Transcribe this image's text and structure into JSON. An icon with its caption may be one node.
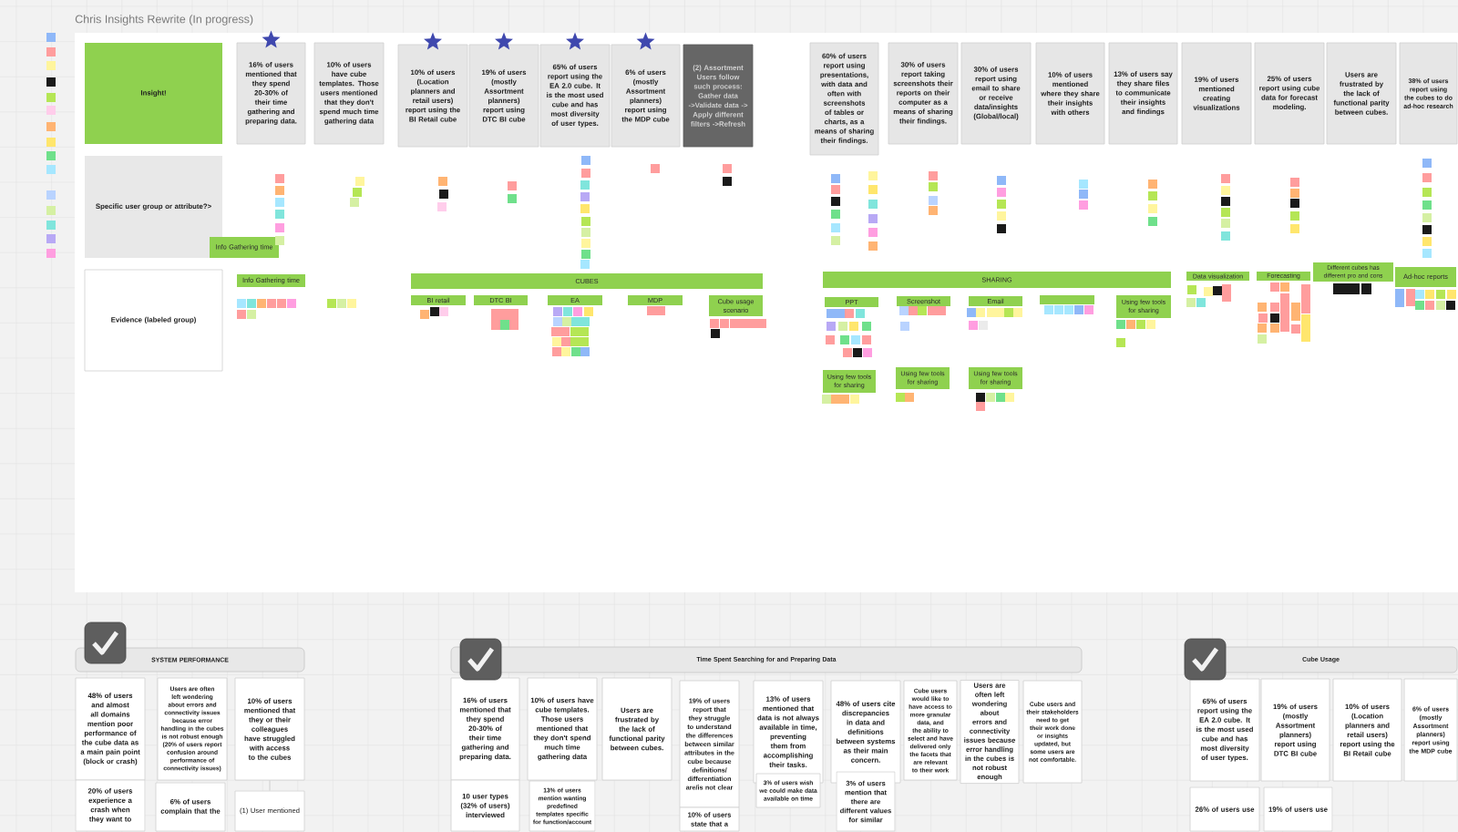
{
  "diagram": {
    "nodes": [
      {
        "text": [
          "Chris Insights Rewrite (In progress)"
        ]
      },
      {
        "text": [
          "Insight!"
        ],
        "in": 0
      },
      {
        "text": [
          "16% of users mentioned that they spend 20-30% of their time gathering and preparing data."
        ],
        "in": 0
      },
      {
        "text": [
          "10% of users have cube templates. Those users mentioned that they don't spend much time gathering data"
        ],
        "in": 0
      },
      {
        "text": [
          "10% of users (Location planners and retail users) report using the BI Retail cube"
        ],
        "in": 0
      },
      {
        "text": [
          "19% of users (mostly Assortment planners) report using DTC BI cube"
        ],
        "in": 0
      },
      {
        "text": [
          "65% of users report using the EA 2.0 cube. It is the most used cube and has most diversity of user types."
        ],
        "in": 0
      },
      {
        "text": [
          "6% of users (mostly Assortment planners) report using the MDP cube"
        ],
        "in": 0
      },
      {
        "text": [
          "(2) Assortment Users follow such process: Gather data ->Validate data -> Apply different filters ->Refresh"
        ],
        "in": 0
      },
      {
        "text": [
          "60% of users report using presentations, with data and often with screenshots of tables or charts, as a means of sharing their findings."
        ],
        "in": 0
      },
      {
        "text": [
          "30% of users report taking screenshots their reports on their computer as a means of sharing their findings."
        ],
        "in": 0
      },
      {
        "text": [
          "30% of users report using email to share or receive data/insights (Global/local)"
        ],
        "in": 0
      },
      {
        "text": [
          "10% of users mentioned where they share their insights with others"
        ],
        "in": 0
      },
      {
        "text": [
          "13% of users say they share files to communicate their insights and findings"
        ],
        "in": 0
      },
      {
        "text": [
          "19% of users mentioned creating visualizations"
        ],
        "in": 0
      },
      {
        "text": [
          "25% of users report using cube data for forecast modeling."
        ],
        "in": 0
      },
      {
        "text": [
          "Users are frustrated by the lack of functional parity between cubes."
        ],
        "in": 0
      },
      {
        "text": [
          "38% of users report using the cubes to do ad-hoc research"
        ],
        "in": 0
      },
      {
        "text": [
          "Specific user group or attribute?>"
        ],
        "in": 0
      },
      {
        "text": [
          "Info Gathering time"
        ],
        "in": 0
      },
      {
        "text": [
          "Evidence (labeled group)"
        ],
        "in": 0
      },
      {
        "text": [
          "Info Gathering time"
        ],
        "in": 0
      },
      {
        "text": [
          "CUBES"
        ],
        "in": 0
      },
      {
        "text": [
          "BI retail"
        ],
        "in": 0
      },
      {
        "text": [
          "DTC BI"
        ],
        "in": 0
      },
      {
        "text": [
          "EA"
        ],
        "in": 0
      },
      {
        "text": [
          "MDP"
        ],
        "in": 0
      },
      {
        "text": [
          "Cube usage scenario"
        ],
        "in": 0
      },
      {
        "text": [
          "SHARING"
        ],
        "in": 0
      },
      {
        "text": [
          "PPT"
        ],
        "in": 0
      },
      {
        "text": [
          "Screenshot"
        ],
        "in": 0
      },
      {
        "text": [
          "Email"
        ],
        "in": 0
      },
      {
        "text": [],
        "shape": "box",
        "in": 0
      },
      {
        "text": [
          "Using few tools for sharing"
        ],
        "in": 0
      },
      {
        "text": [
          "Data visualization"
        ],
        "in": 0
      },
      {
        "text": [
          "Forecasting"
        ],
        "in": 0
      },
      {
        "text": [
          "Different cubes has different pro and cons"
        ],
        "in": 0
      },
      {
        "text": [
          "Ad-hoc reports"
        ],
        "in": 0
      },
      {
        "text": [
          "Using few tools for sharing"
        ],
        "in": 0
      },
      {
        "text": [
          "Using few tools for sharing"
        ],
        "in": 0
      },
      {
        "text": [
          "Using few tools for sharing"
        ],
        "in": 0
      },
      {
        "text": [
          "SYSTEM PERFORMANCE"
        ]
      },
      {
        "text": [
          "48% of users and almost all domains mention poor performance of the cube data as a main pain point (block or crash)"
        ]
      },
      {
        "text": [
          "Users are often left wondering about errors and connectivity issues because error handling in the cubes is not robust enough (20% of users report confusion around performance of connectivity issues)"
        ]
      },
      {
        "text": [
          "10% of users mentioned that they or their colleagues have struggled with access to the cubes"
        ]
      },
      {
        "text": [
          "20% of users experience a crash when they want to"
        ]
      },
      {
        "text": [
          "6% of users complain that the"
        ]
      },
      {
        "text": [
          "(1) User mentioned"
        ]
      },
      {
        "text": [
          "Time Spent Searching for and Preparing Data"
        ]
      },
      {
        "text": [
          "16% of users mentioned that they spend 20-30% of their time gathering and preparing data."
        ]
      },
      {
        "text": [
          "10% of users have cube templates. Those users mentioned that they don't spend much time gathering data"
        ]
      },
      {
        "text": [
          "Users are frustrated by the lack of functional parity between cubes."
        ]
      },
      {
        "text": [
          "19% of users report that they struggle to understand the differences between similar attributes in the cube because definitions/differentiation are/is not clear"
        ]
      },
      {
        "text": [
          "13% of users mentioned that data is not always available in time, preventing them from accomplishing their tasks."
        ]
      },
      {
        "text": [
          "48% of users cite discrepancies in data and definitions between systems as their main concern."
        ]
      },
      {
        "text": [
          "Cube users would like to have access to more granular data, and the ability to select and have delivered only the facets that are relevant to their work"
        ]
      },
      {
        "text": [
          "Users are often left wondering about errors and connectivity issues because error handling in the cubes is not robust enough"
        ]
      },
      {
        "text": [
          "Cube users and their stakeholders need to get their work done or insights updated, but some users are not comfortable."
        ]
      },
      {
        "text": [
          "10 user types (32% of users) interviewed"
        ]
      },
      {
        "text": [
          "13% of users mention wanting predefined templates specific for function/account"
        ]
      },
      {
        "text": [
          "10% of users state that a"
        ]
      },
      {
        "text": [
          "3% of users wish we could make data available on time"
        ]
      },
      {
        "text": [
          "3% of users mention that there are different values for similar"
        ]
      },
      {
        "text": [
          "Cube Usage"
        ]
      },
      {
        "text": [
          "65% of users report using the EA 2.0 cube. It is the most used cube and has most diversity of user types."
        ]
      },
      {
        "text": [
          "19% of users (mostly Assortment planners) report using DTC BI cube"
        ]
      },
      {
        "text": [
          "10% of users (Location planners and retail users) report using the BI Retail cube"
        ]
      },
      {
        "text": [
          "6% of users (mostly Assortment planners) report using the MDP cube"
        ]
      },
      {
        "text": [
          "26% of users use"
        ]
      },
      {
        "text": [
          "19% of users use"
        ]
      }
    ],
    "edges": [
      {
        "from": 44,
        "to": 47,
        "arrow": "none"
      }
    ]
  }
}
